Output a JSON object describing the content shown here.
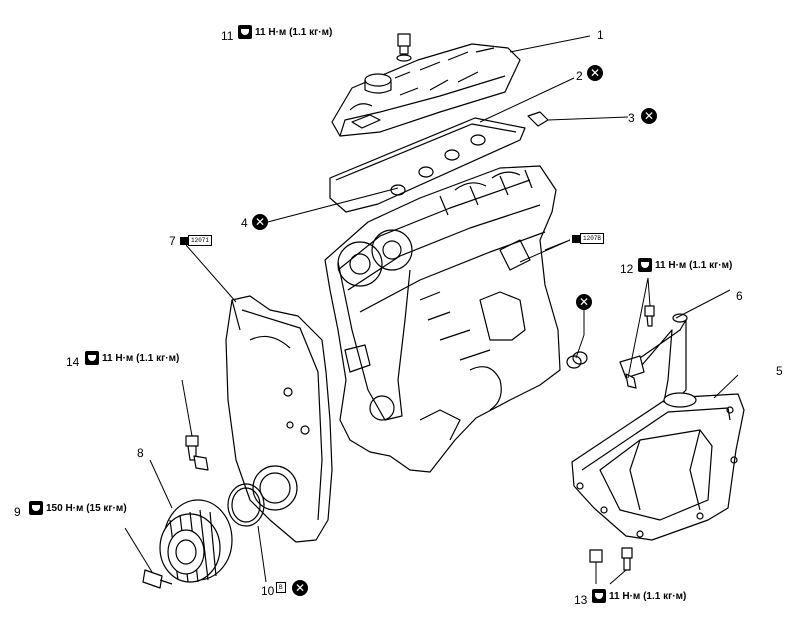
{
  "callouts": [
    {
      "number": "1"
    },
    {
      "number": "2"
    },
    {
      "number": "3"
    },
    {
      "number": "4"
    },
    {
      "number": "5"
    },
    {
      "number": "6"
    },
    {
      "number": "7"
    },
    {
      "number": "8"
    },
    {
      "number": "9"
    },
    {
      "number": "10"
    },
    {
      "number": "11"
    },
    {
      "number": "12"
    },
    {
      "number": "13"
    },
    {
      "number": "14"
    }
  ],
  "torques": {
    "t11": "11 Н·м (1.1 кг·м)",
    "t12": "11 Н·м (1.1 кг·м)",
    "t13": "11 Н·м (1.1 кг·м)",
    "t14": "11 Н·м (1.1 кг·м)",
    "t9": "150 Н·м (15 кг·м)"
  },
  "sealant_codes": {
    "s7": "12071",
    "s_head": "1207B",
    "s10": "B"
  },
  "marks": {
    "non_reusable": "✕"
  },
  "icons": [
    "wrench-torque-icon",
    "non-reusable-icon",
    "sealant-icon"
  ]
}
